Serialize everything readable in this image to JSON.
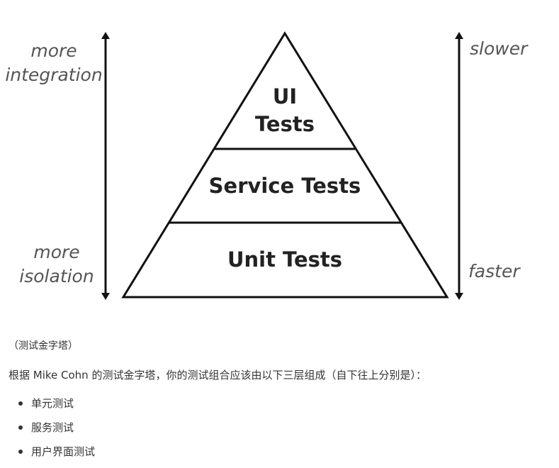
{
  "diagram": {
    "left_top": "more",
    "left_top_2": "integration",
    "left_bottom": "more",
    "left_bottom_2": "isolation",
    "right_top": "slower",
    "right_bottom": "faster",
    "layers": {
      "top_line1": "UI",
      "top_line2": "Tests",
      "middle": "Service Tests",
      "bottom": "Unit Tests"
    }
  },
  "caption": "（测试金字塔）",
  "intro": "根据 Mike Cohn 的测试金字塔，你的测试组合应该由以下三层组成（自下往上分别是）：",
  "list": [
    "单元测试",
    "服务测试",
    "用户界面测试"
  ]
}
